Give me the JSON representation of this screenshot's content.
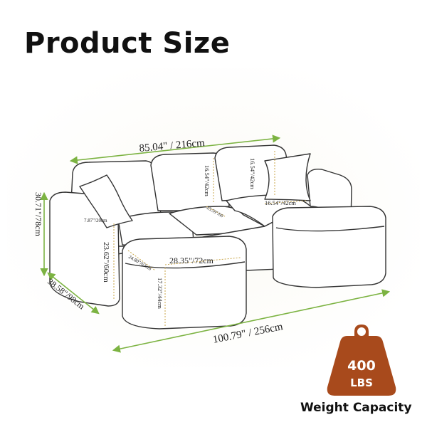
{
  "title": "Product Size",
  "dimensions": {
    "overall_width": "85.04\" / 216cm",
    "total_length": "100.79\"  /  256cm",
    "height": "30.71\"/78cm",
    "depth": "38.58\"/98cm",
    "back_height_1": "16.54\"/42cm",
    "back_height_2": "16.54\"/42cm",
    "cushion_width": "16.54\"/42cm",
    "armrest_width": "7.87\"/20cm",
    "seat_height": "23.62\"/60cm",
    "seat_depth": "23.59\"/60",
    "ottoman_width": "28.35\"/72cm",
    "ottoman_depth": "24.80\"/63cm",
    "ottoman_height": "17.32\"/44cm"
  },
  "badge": {
    "value": "400",
    "unit": "LBS",
    "caption": "Weight Capacity",
    "color": "#a84a1c"
  },
  "colors": {
    "dimension_line": "#7cb342",
    "outline": "#333333",
    "backdrop": "#f8f6ef"
  }
}
